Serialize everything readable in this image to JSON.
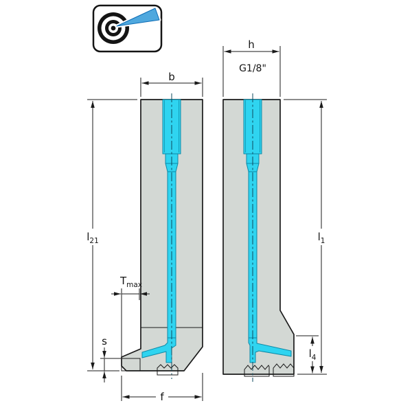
{
  "page": {
    "background": "#ffffff"
  },
  "colors": {
    "body_fill": "#d3d8d4",
    "coolant_fill": "#2fd4f0",
    "insert_fill": "#ffd426",
    "beam_fill": "#4fa8de"
  },
  "icon": {
    "name": "precision-coolant-target-icon"
  },
  "dimensions": {
    "b": {
      "label": "b"
    },
    "h": {
      "label": "h"
    },
    "thread": {
      "label": "G1/8\""
    },
    "l21": {
      "base": "l",
      "sub": "21"
    },
    "l1": {
      "base": "l",
      "sub": "1"
    },
    "tmax": {
      "base": "T",
      "sub": "max"
    },
    "s": {
      "label": "s"
    },
    "f": {
      "label": "f"
    },
    "l4": {
      "base": "l",
      "sub": "4"
    }
  }
}
